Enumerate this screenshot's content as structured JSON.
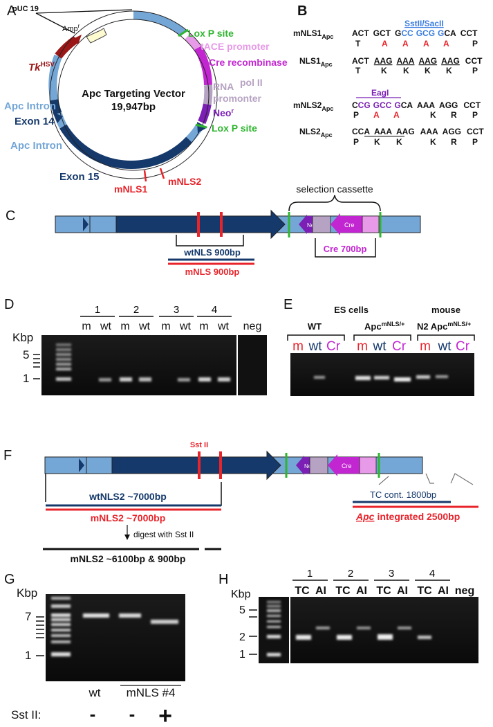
{
  "panel_letters": [
    "A",
    "B",
    "C",
    "D",
    "E",
    "F",
    "G",
    "H"
  ],
  "colors": {
    "dark_blue": "#15396b",
    "light_blue": "#74a6d6",
    "red": "#e8242b",
    "green": "#2fb52f",
    "purple": "#7b1fb5",
    "magenta": "#c226d1",
    "pink": "#e79ae8",
    "lavender": "#b6a2c2",
    "tk_red": "#9b1616",
    "amp_yellow": "#fffbd0",
    "sstii_blue": "#3b7de0"
  },
  "panelA": {
    "title": "Apc Targeting Vector",
    "size": "19,947bp",
    "puc": "pUC 19",
    "amp": "Amp",
    "amp_sup": "r",
    "tk": "Tk",
    "tk_sup": "HSV",
    "loxp1": "Lox P site",
    "tace": "tACE promoter",
    "cre": "Cre recombinase",
    "rna1": "RNA",
    "rna2": "pol II",
    "rna3": "promonter",
    "neo": "Neo",
    "neo_sup": "r",
    "loxp2": "Lox P site",
    "apc_intron_1": "Apc Intron",
    "exon14": "Exon 14",
    "apc_intron_2": "Apc Intron",
    "exon15": "Exon 15",
    "mnls1": "mNLS1",
    "mnls2": "mNLS2"
  },
  "panelB": {
    "row1_label": "mNLS1",
    "row1_sub": "Apc",
    "row1_enzyme": "SstII/SacII",
    "row1_seq": [
      "ACT",
      "GCT",
      "G",
      "CC",
      "GCG",
      "G",
      "CA",
      "CCT"
    ],
    "row1_aa": [
      "T",
      "A",
      "A",
      "A",
      "A",
      "P"
    ],
    "row2_label": "NLS1",
    "row2_sub": "Apc",
    "row2_seq": [
      "ACT",
      "AAG",
      "AAA",
      "AAG",
      "AAG",
      "CCT"
    ],
    "row2_aa": [
      "T",
      "K",
      "K",
      "K",
      "K",
      "P"
    ],
    "row3_label": "mNLS2",
    "row3_sub": "Apc",
    "row3_enzyme": "EagI",
    "row3_seq": [
      "C",
      "CG",
      "GCC",
      "G",
      "CA",
      "AAA",
      "AGG",
      "CCT"
    ],
    "row3_aa": [
      "P",
      "A",
      "A",
      "K",
      "R",
      "P"
    ],
    "row4_label": "NLS2",
    "row4_sub": "Apc",
    "row4_seq": [
      "CCA",
      "AAA",
      "AAG",
      "AAA",
      "AGG",
      "CCT"
    ],
    "row4_aa": [
      "P",
      "K",
      "K",
      "K",
      "R",
      "P"
    ]
  },
  "panelC": {
    "selection": "selection  cassette",
    "neo": "Neo",
    "neo_sup": "r",
    "cre": "Cre",
    "wtnls": "wtNLS 900bp",
    "mnls": "mNLS 900bp",
    "cre_len": "Cre 700bp"
  },
  "panelD": {
    "kbp": "Kbp",
    "ticks": [
      "5",
      "1"
    ],
    "lanes": [
      "1",
      "2",
      "3",
      "4"
    ],
    "lane_labels": [
      "m",
      "wt",
      "m",
      "wt",
      "m",
      "wt",
      "m",
      "wt"
    ],
    "neg": "neg"
  },
  "panelE": {
    "es": "ES cells",
    "mouse": "mouse",
    "wt_group": "WT",
    "apc_group": "Apc",
    "apc_sup": "mNLS/+",
    "n2_group": "N2 Apc",
    "n2_sup": "mNLS/+",
    "lane_labels": [
      "m",
      "wt",
      "Cr",
      "m",
      "wt",
      "Cr",
      "m",
      "wt",
      "Cr"
    ]
  },
  "panelF": {
    "sst": "Sst II",
    "neo": "Neo",
    "neo_sup": "r",
    "cre": "Cre",
    "wtnls2": "wtNLS2 ~7000bp",
    "mnls2": "mNLS2 ~7000bp",
    "tc": "TC cont. 1800bp",
    "apc_int_1": "Apc",
    "apc_int_2": "integrated 2500bp",
    "digest": "digest with Sst II",
    "frag": "mNLS2 ~6100bp & 900bp"
  },
  "panelG": {
    "kbp": "Kbp",
    "ticks": [
      "7",
      "1"
    ],
    "wt": "wt",
    "mnls": "mNLS #4",
    "sst": "Sst II:",
    "minus1": "-",
    "minus2": "-",
    "plus": "+"
  },
  "panelH": {
    "kbp": "Kbp",
    "ticks": [
      "5",
      "2",
      "1"
    ],
    "lanes": [
      "1",
      "2",
      "3",
      "4"
    ],
    "lane_labels": [
      "TC",
      "AI",
      "TC",
      "AI",
      "TC",
      "AI",
      "TC",
      "AI"
    ],
    "neg": "neg"
  }
}
